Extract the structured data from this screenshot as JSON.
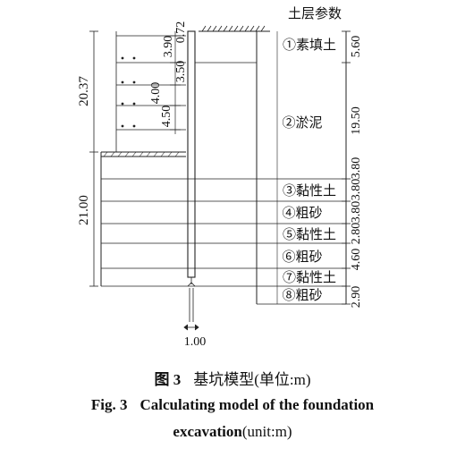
{
  "figure": {
    "soil_params_header": "土层参数",
    "layers": [
      {
        "name": "①素填土",
        "thickness": "5.60"
      },
      {
        "name": "②淤泥",
        "thickness": "19.50"
      },
      {
        "name": "③黏性土",
        "thickness": "3.80"
      },
      {
        "name": "④粗砂",
        "thickness": "3.80"
      },
      {
        "name": "⑤黏性土",
        "thickness": "3.80"
      },
      {
        "name": "⑥粗砂",
        "thickness": "2.80"
      },
      {
        "name": "⑦黏性土",
        "thickness": "4.60"
      },
      {
        "name": "⑧粗砂",
        "thickness": "2.90"
      }
    ],
    "left_dims": {
      "upper": "20.37",
      "lower": "21.00"
    },
    "strut_spacings": [
      "0.72",
      "3.90",
      "3.50",
      "4.00",
      "4.50"
    ],
    "wall_width": "1.00"
  },
  "caption": {
    "cn_label": "图 3",
    "cn_title": "基坑模型",
    "cn_unit": "(单位:m)",
    "en_label": "Fig. 3",
    "en_title_line1": "Calculating model of the foundation",
    "en_title_line2": "excavation",
    "en_unit": "(unit:m)"
  }
}
